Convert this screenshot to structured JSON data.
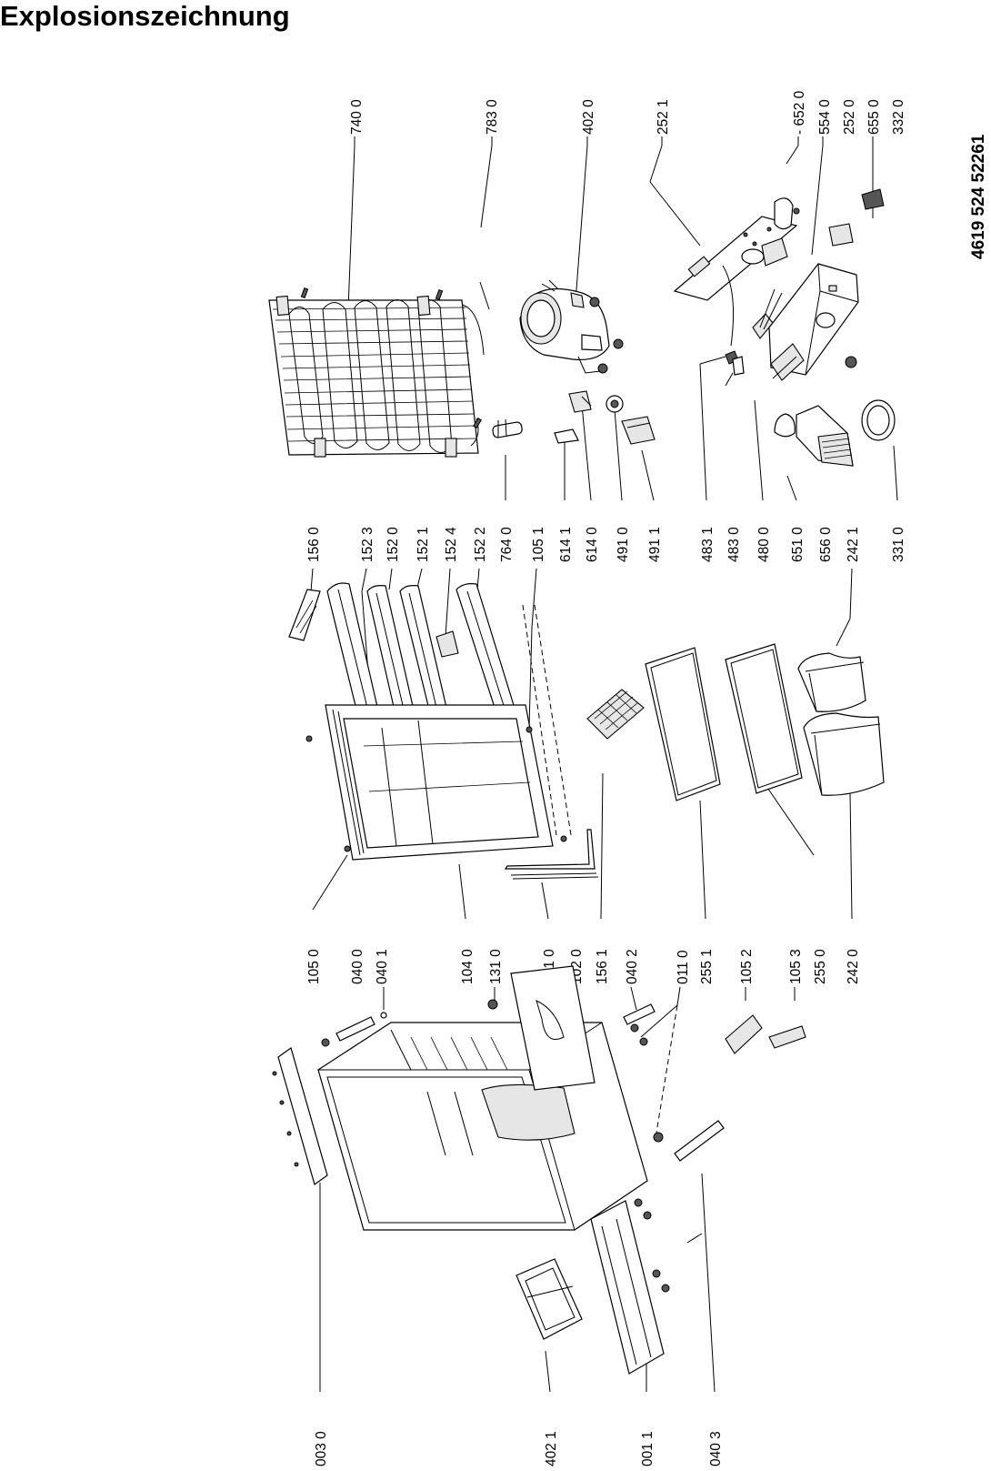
{
  "title": "Explosionszeichnung",
  "doc_number": "4619 524 52261",
  "labels": {
    "l7400": "740 0",
    "l7830": "783 0",
    "l4020": "402 0",
    "l2521": "252 1",
    "l6520": "- 652 0",
    "l5540": "554 0",
    "l2520": "252 0",
    "l6550": "655 0",
    "l3320": "332 0",
    "l1560": "156 0",
    "l1523": "152 3",
    "l1520": "152 0",
    "l1521": "152 1",
    "l1524": "152 4",
    "l1522": "152 2",
    "l7640": "764 0",
    "l1051": "105 1",
    "l6141": "614 1",
    "l6140": "614 0",
    "l4910": "491 0",
    "l4911": "491 1",
    "l4831": "483 1",
    "l4830": "483 0",
    "l4800": "480 0",
    "l6510": "651 0",
    "l6560": "656 0",
    "l2421": "242 1",
    "l3310": "331 0",
    "l1050": "105 0",
    "l0400": "040 0",
    "l0401": "040 1",
    "l1040": "104 0",
    "l1310": "131 0",
    "l1910": "191 0",
    "l1020": "102 0",
    "l1561": "156 1",
    "l0402": "040 2",
    "l0110": "011 0",
    "l2551": "255 1",
    "l1052": "105 2",
    "l1053": "105 3",
    "l2550": "255 0",
    "l2420": "242 0",
    "l0030": "003 0",
    "l4021": "402 1",
    "l0011": "001 1",
    "l0403": "040 3"
  }
}
